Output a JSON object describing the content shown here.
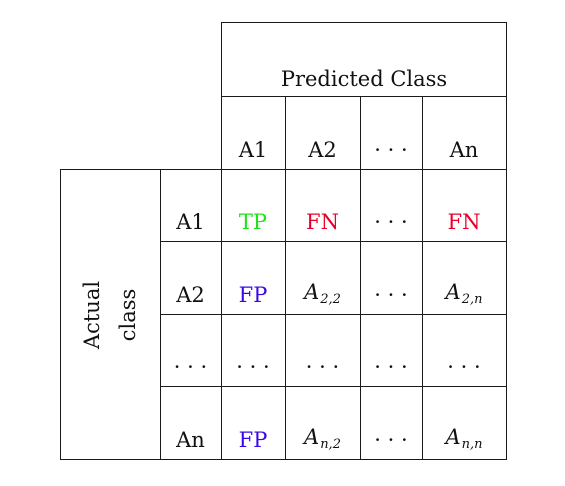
{
  "predicted_header": "Predicted Class",
  "actual_header_line1": "Actual",
  "actual_header_line2": "class",
  "col_labels": [
    "A1",
    "A2",
    "· · ·",
    "An"
  ],
  "row_labels": [
    "A1",
    "A2",
    "· · ·",
    "An"
  ],
  "cells": {
    "r1": [
      "TP",
      "FN",
      "· · ·",
      "FN"
    ],
    "r2": {
      "c1": "FP",
      "c2_base": "A",
      "c2_sub": "2,2",
      "c3": "· · ·",
      "c4_base": "A",
      "c4_sub": "2,n"
    },
    "r3": [
      "· · ·",
      "· · ·",
      "· · ·",
      "· · ·"
    ],
    "r4": {
      "c1": "FP",
      "c2_base": "A",
      "c2_sub": "n,2",
      "c3": "· · ·",
      "c4_base": "A",
      "c4_sub": "n,n"
    }
  },
  "colors": {
    "tp": "#22e01a",
    "fn": "#e8002a",
    "fp": "#3a08e6"
  }
}
